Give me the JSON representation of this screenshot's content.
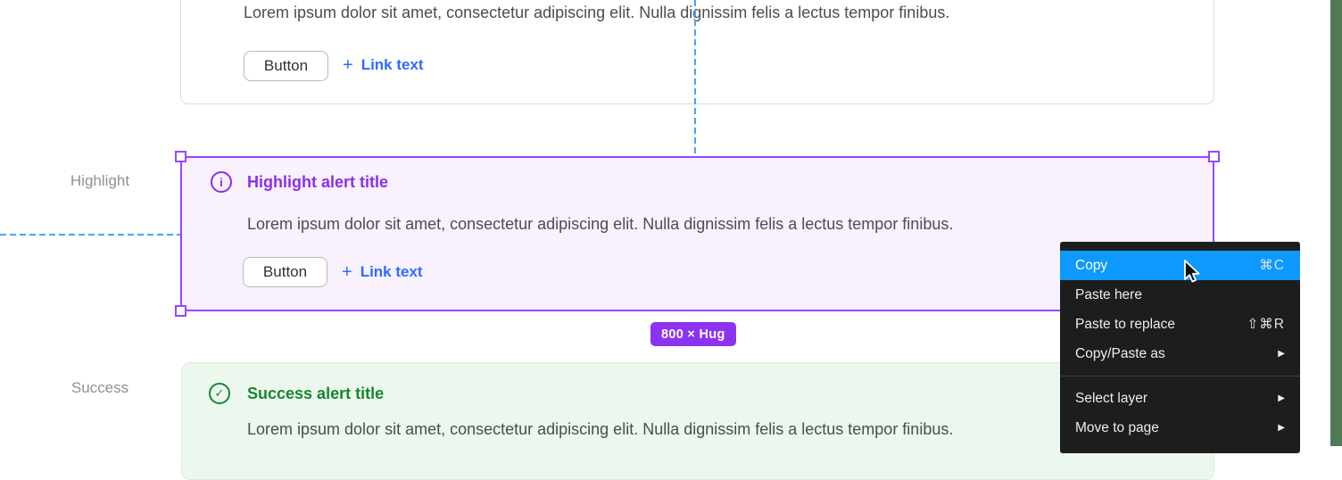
{
  "labels": {
    "highlight": "Highlight",
    "success": "Success"
  },
  "alerts": {
    "neutral": {
      "body": "Lorem ipsum dolor sit amet, consectetur adipiscing elit. Nulla dignissim felis a lectus tempor finibus.",
      "button": "Button",
      "link_plus": "+",
      "link_text": "Link text"
    },
    "highlight": {
      "title": "Highlight alert title",
      "body": "Lorem ipsum dolor sit amet, consectetur adipiscing elit. Nulla dignissim felis a lectus tempor finibus.",
      "button": "Button",
      "link_plus": "+",
      "link_text": "Link text",
      "icon_glyph": "i"
    },
    "success": {
      "title": "Success alert title",
      "body": "Lorem ipsum dolor sit amet, consectetur adipiscing elit. Nulla dignissim felis a lectus tempor finibus.",
      "icon_glyph": "✓"
    }
  },
  "size_badge": "800 × Hug",
  "context_menu": {
    "items": [
      {
        "label": "Copy",
        "shortcut": "⌘C"
      },
      {
        "label": "Paste here",
        "shortcut": ""
      },
      {
        "label": "Paste to replace",
        "shortcut": "⇧⌘R"
      },
      {
        "label": "Copy/Paste as",
        "submenu": true
      },
      {
        "label": "Select layer",
        "submenu": true
      },
      {
        "label": "Move to page",
        "submenu": true
      }
    ],
    "submenu_arrow": "▶",
    "highlighted_item": "Copy"
  },
  "colors": {
    "selection_purple": "#9747ff",
    "highlight_accent": "#8b2fe8",
    "highlight_fill": "#f9f1fe",
    "badge_purple": "#8c33f2",
    "success_accent": "#17872d",
    "success_fill": "#ecf7ee",
    "menu_highlight_blue": "#0d99ff",
    "guide_blue": "#45a6f7",
    "right_strip_green": "#4f7a55"
  }
}
